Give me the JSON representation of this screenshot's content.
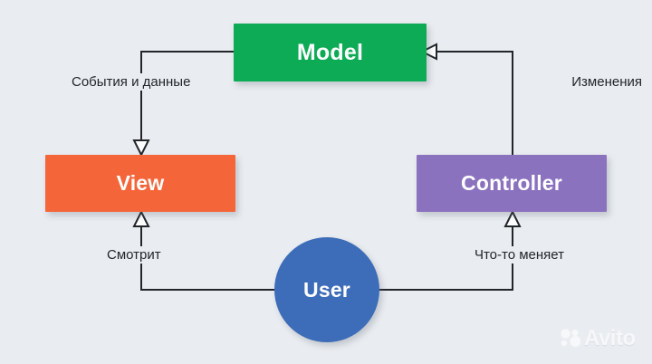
{
  "diagram": {
    "title": "MVC pattern diagram",
    "background_color": "#e9ecf0",
    "nodes": [
      {
        "id": "model",
        "label": "Model",
        "shape": "rectangle",
        "color": "#0eab56"
      },
      {
        "id": "view",
        "label": "View",
        "shape": "rectangle",
        "color": "#f4663a"
      },
      {
        "id": "controller",
        "label": "Controller",
        "shape": "rectangle",
        "color": "#8b72be"
      },
      {
        "id": "user",
        "label": "User",
        "shape": "circle",
        "color": "#3d6cb8"
      }
    ],
    "edges": [
      {
        "id": "model-to-view",
        "from": "model",
        "to": "view",
        "label": "События и данные",
        "arrow": "hollow-triangle"
      },
      {
        "id": "controller-to-model",
        "from": "controller",
        "to": "model",
        "label": "Изменения",
        "arrow": "hollow-triangle"
      },
      {
        "id": "user-to-view",
        "from": "user",
        "to": "view",
        "label": "Смотрит",
        "arrow": "hollow-triangle"
      },
      {
        "id": "user-to-controller",
        "from": "user",
        "to": "controller",
        "label": "Что-то меняет",
        "arrow": "hollow-triangle"
      }
    ],
    "edge_color": "#22262b",
    "label_color": "#22262b"
  },
  "watermark": {
    "text": "Avito",
    "icon": "avito-dots-icon",
    "color": "#ffffff"
  }
}
